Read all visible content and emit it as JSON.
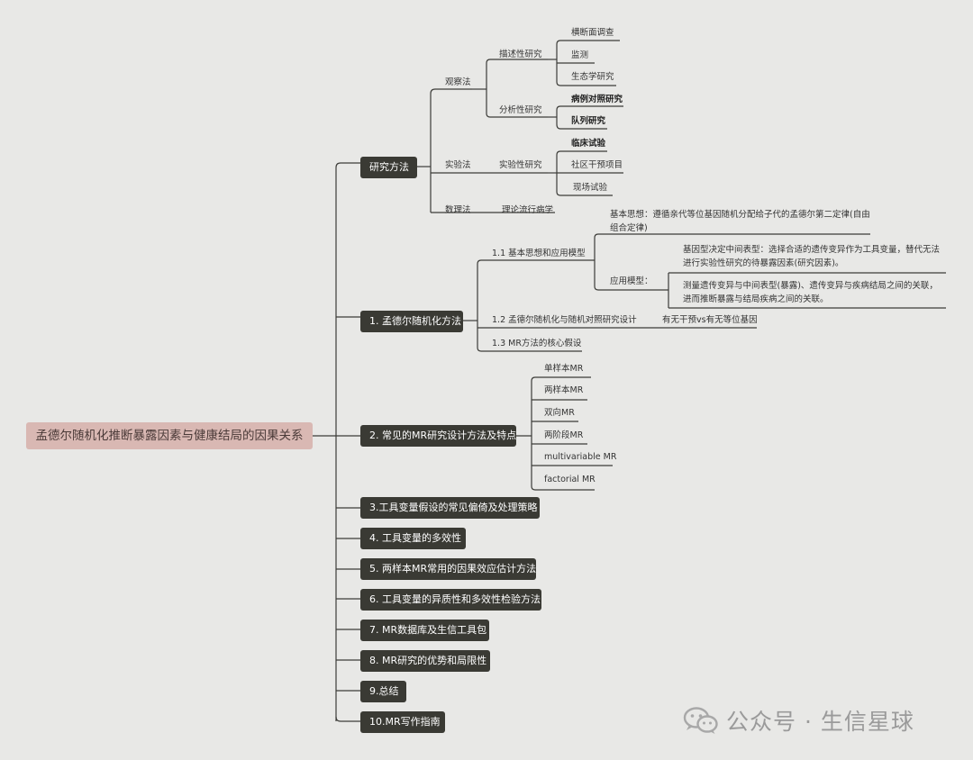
{
  "root": "孟德尔随机化推断暴露因素与健康结局的因果关系",
  "branches": {
    "b0": "研究方法",
    "b1": "1. 孟德尔随机化方法",
    "b2": "2. 常见的MR研究设计方法及特点",
    "b3": "3.工具变量假设的常见偏倚及处理策略",
    "b4": "4. 工具变量的多效性",
    "b5": "5. 两样本MR常用的因果效应估计方法",
    "b6": "6. 工具变量的异质性和多效性检验方法",
    "b7": "7. MR数据库及生信工具包",
    "b8": "8. MR研究的优势和局限性",
    "b9": "9.总结",
    "b10": "10.MR写作指南"
  },
  "methods": {
    "observational": "观察法",
    "descriptive": "描述性研究",
    "cross_sectional": "横断面调查",
    "surveillance": "监测",
    "ecological": "生态学研究",
    "analytical": "分析性研究",
    "case_control": "病例对照研究",
    "cohort": "队列研究",
    "experimental": "实验法",
    "experimental_study": "实验性研究",
    "clinical_trial": "临床试验",
    "community_trial": "社区干预项目",
    "field_trial": "现场试验",
    "mathematical": "数理法",
    "theoretical": "理论流行病学"
  },
  "mr": {
    "s11": "1.1 基本思想和应用模型",
    "basic_idea": "基本思想：遵循亲代等位基因随机分配给子代的孟德尔第二定律(自由组合定律)",
    "app_model": "应用模型：",
    "model1": "基因型决定中间表型：选择合适的遗传变异作为工具变量，替代无法进行实验性研究的待暴露因素(研究因素)。",
    "model2": "测量遗传变异与中间表型(暴露)、遗传变异与疾病结局之间的关联，进而推断暴露与结局疾病之间的关联。",
    "s12": "1.2 孟德尔随机化与随机对照研究设计",
    "s12_note": "有无干预vs有无等位基因",
    "s13": "1.3 MR方法的核心假设"
  },
  "designs": [
    "单样本MR",
    "两样本MR",
    "双向MR",
    "两阶段MR",
    "multivariable MR",
    "factorial MR"
  ],
  "watermark": "公众号 · 生信星球",
  "icons": {
    "wechat": "wechat-icon"
  },
  "colors": {
    "background": "#e8e8e6",
    "root_fill": "#d9b8b3",
    "branch_fill": "#3a3a34",
    "line": "#3c3c38"
  }
}
